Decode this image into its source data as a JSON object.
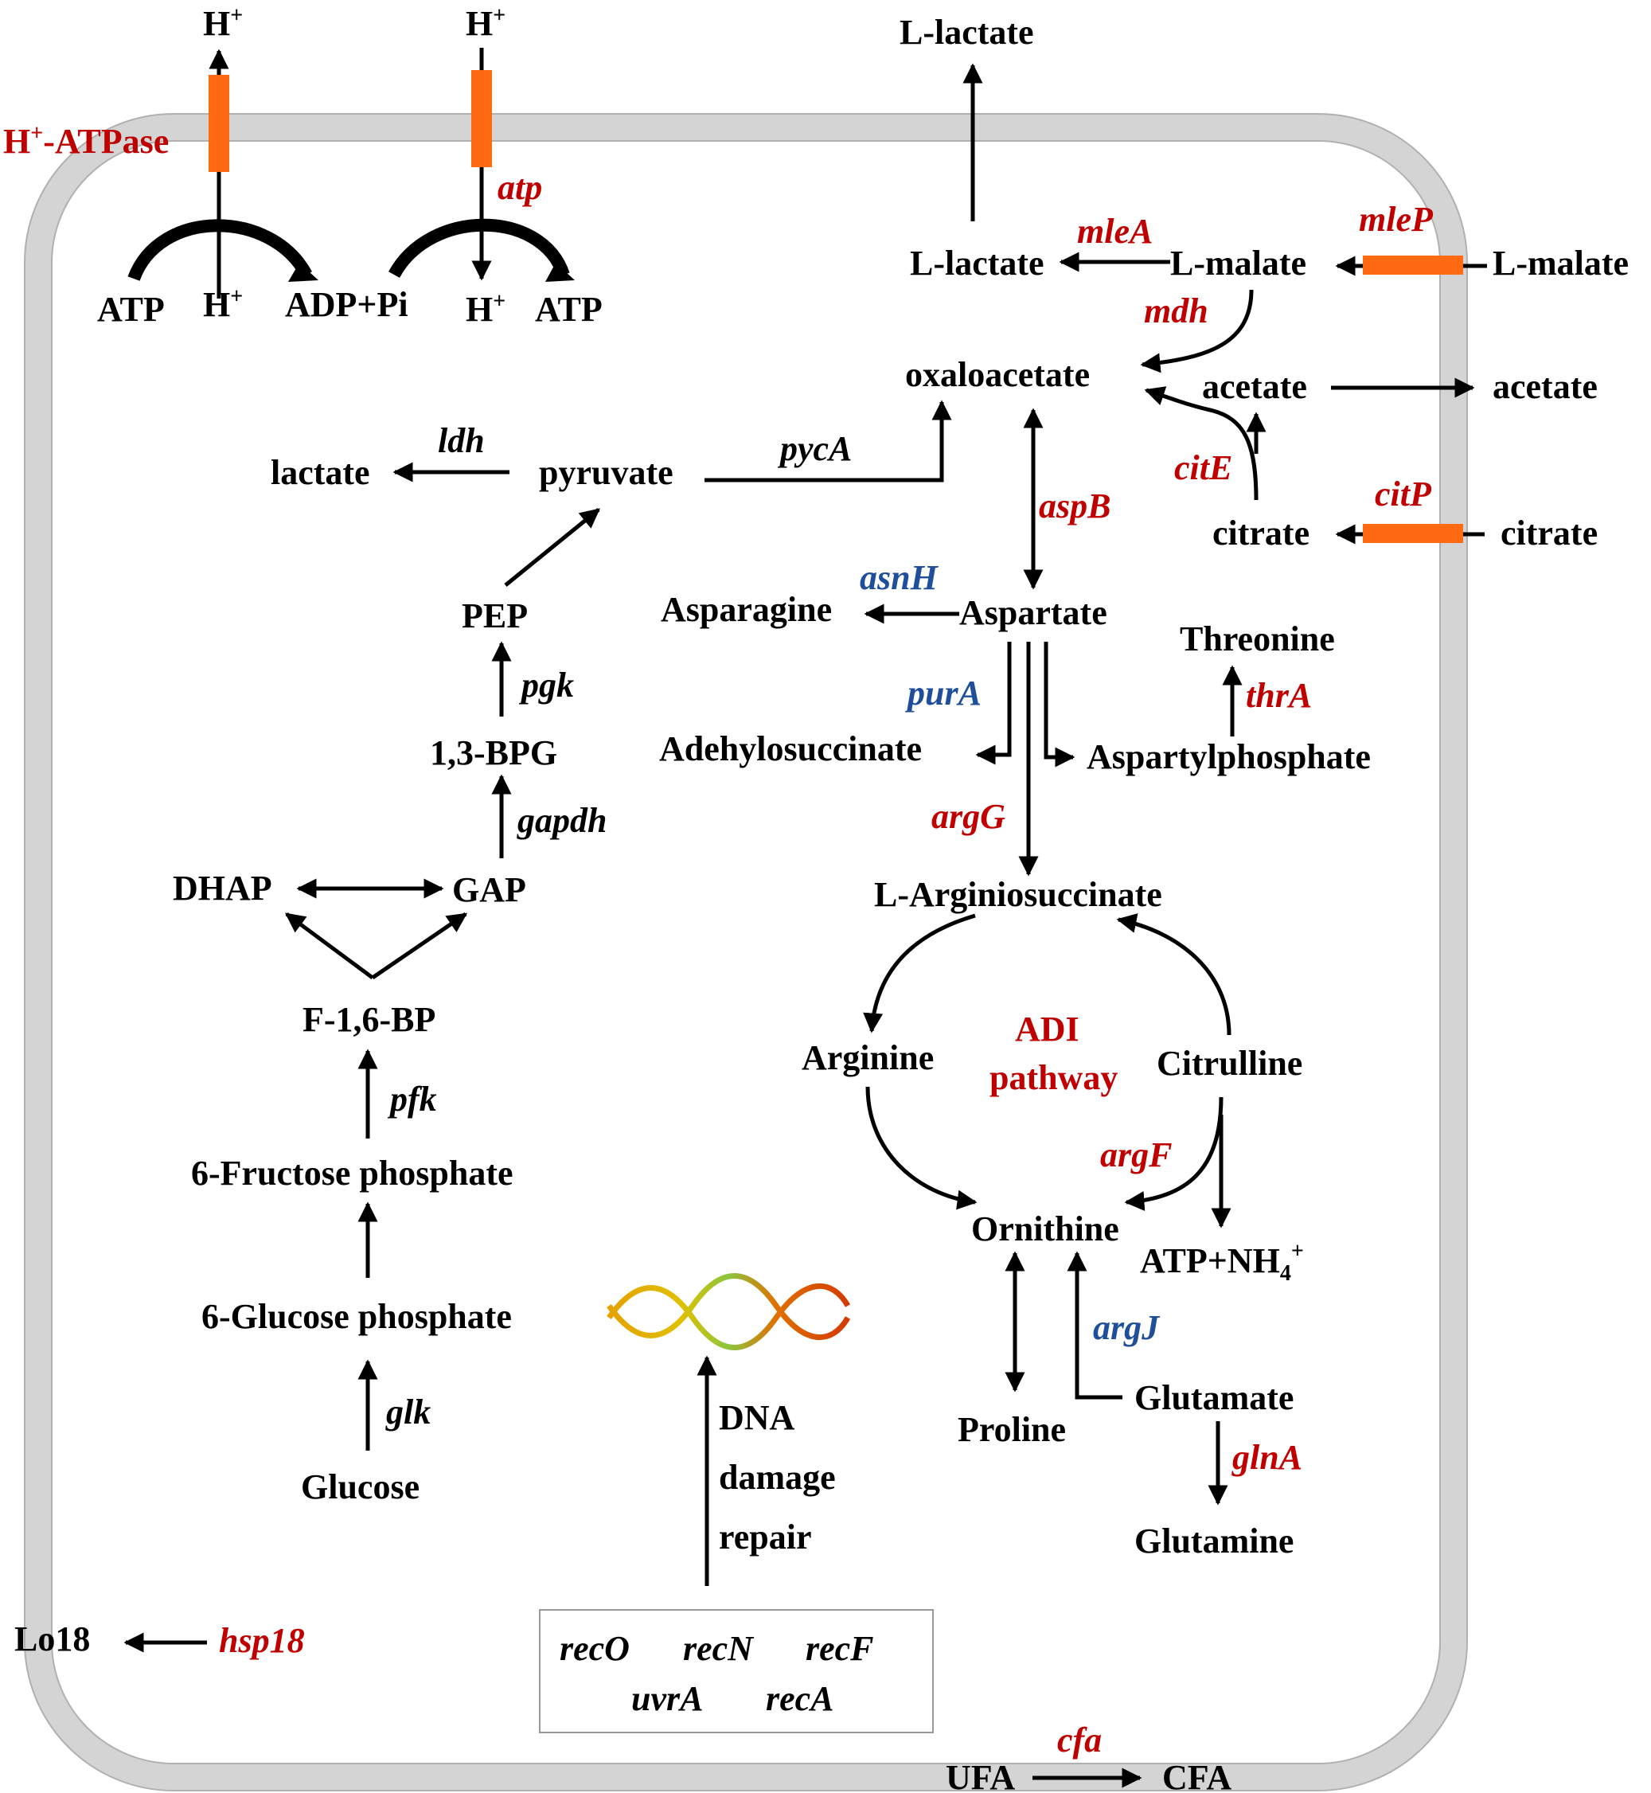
{
  "membrane": {
    "fill_color": "#d4d4d4",
    "edge_color": "#b0b0b0",
    "channel_color": "#ff6a13"
  },
  "colors": {
    "gene_red": "#c00000",
    "gene_blue": "#1f4e9a",
    "text": "#000000"
  },
  "proton": {
    "h_top1": "H",
    "h_top2": "H",
    "plus": "+",
    "atpase_prefix": "H",
    "atpase_suffix": "-ATPase",
    "atp_gene": "atp",
    "atp_left": "ATP",
    "h_left": "H",
    "adp_pi": "ADP+Pi",
    "h_right": "H",
    "atp_right": "ATP"
  },
  "malate": {
    "l_lactate_out": "L-lactate",
    "l_lactate_in": "L-lactate",
    "mleA": "mleA",
    "l_malate_in": "L-malate",
    "mleP": "mleP",
    "l_malate_out": "L-malate",
    "mdh": "mdh"
  },
  "citrate": {
    "oxaloacetate": "oxaloacetate",
    "acetate_in": "acetate",
    "acetate_out": "acetate",
    "citE": "citE",
    "citP": "citP",
    "citrate_in": "citrate",
    "citrate_out": "citrate"
  },
  "glycolysis": {
    "lactate": "lactate",
    "ldh": "ldh",
    "pyruvate": "pyruvate",
    "pycA": "pycA",
    "pep": "PEP",
    "pgk": "pgk",
    "bpg": "1,3-BPG",
    "gapdh": "gapdh",
    "dhap": "DHAP",
    "gap": "GAP",
    "f16bp": "F-1,6-BP",
    "pfk": "pfk",
    "f6p": "6-Fructose phosphate",
    "g6p": "6-Glucose phosphate",
    "glk": "glk",
    "glucose": "Glucose"
  },
  "aspartate": {
    "aspB": "aspB",
    "asnH": "asnH",
    "asparagine": "Asparagine",
    "aspartate": "Aspartate",
    "threonine": "Threonine",
    "thrA": "thrA",
    "purA": "purA",
    "adenylosuccinate": "Adehylosuccinate",
    "aspartylphosphate": "Aspartylphosphate",
    "argG": "argG"
  },
  "adi": {
    "arginiosuccinate": "L-Arginiosuccinate",
    "arginine": "Arginine",
    "title_line1": "ADI",
    "title_line2": "pathway",
    "citrulline": "Citrulline",
    "argF": "argF",
    "ornithine": "Ornithine",
    "atp_nh4": "ATP+NH",
    "nh4_sub": "4",
    "nh4_sup": "+",
    "argJ": "argJ",
    "glutamate": "Glutamate",
    "proline": "Proline",
    "glnA": "glnA",
    "glutamine": "Glutamine"
  },
  "dna": {
    "line1": "DNA",
    "line2": "damage",
    "line3": "repair",
    "genes": [
      "recO",
      "recN",
      "recF",
      "uvrA",
      "recA"
    ]
  },
  "stress": {
    "lo18": "Lo18",
    "hsp18": "hsp18",
    "ufa": "UFA",
    "cfa": "cfa",
    "cfa_product": "CFA"
  }
}
